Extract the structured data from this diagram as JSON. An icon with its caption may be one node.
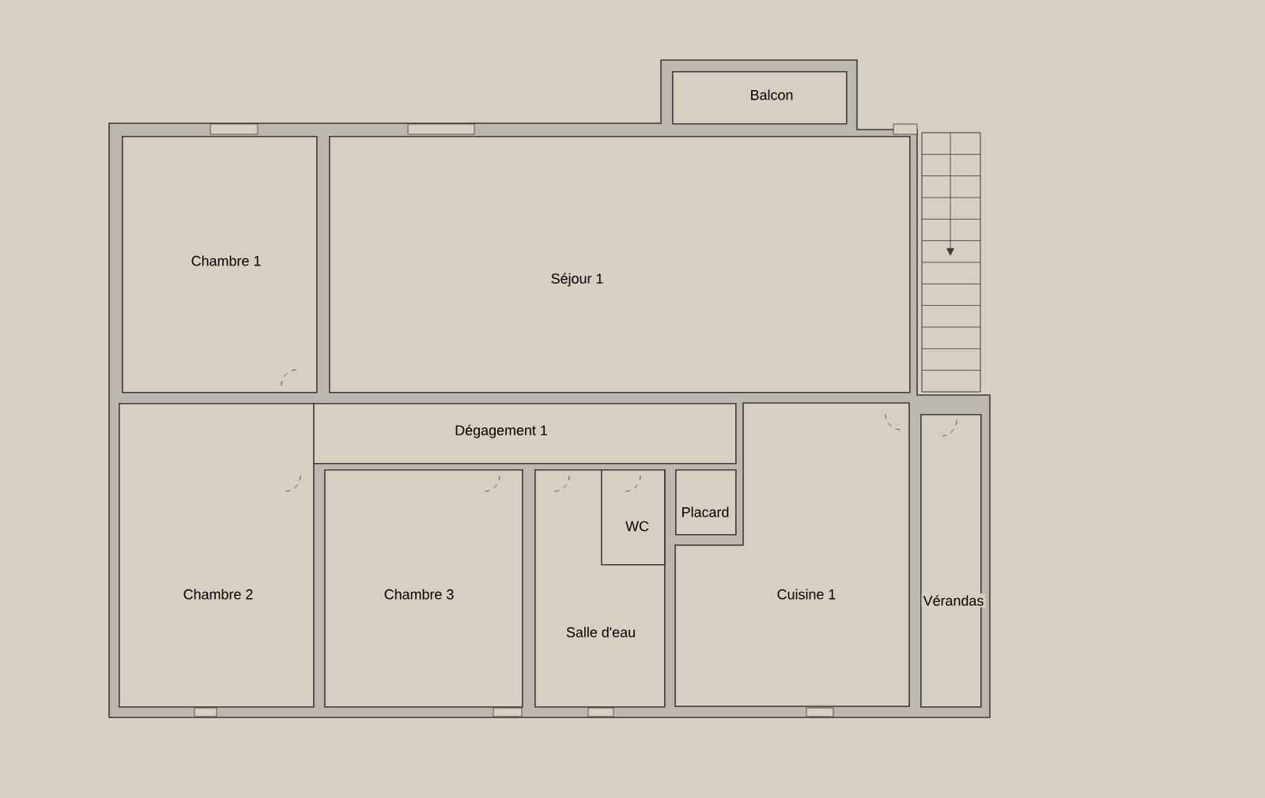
{
  "diagram": {
    "nodes": [
      {
        "text": [
          "Balcon"
        ]
      },
      {
        "text": [
          "Chambre 1"
        ]
      },
      {
        "text": [
          "Séjour 1"
        ]
      },
      {
        "text": [
          "Dégagement 1"
        ]
      },
      {
        "text": [
          "Chambre 2"
        ]
      },
      {
        "text": [
          "Chambre 3"
        ]
      },
      {
        "text": [
          "Salle d'eau"
        ]
      },
      {
        "text": [
          "WC"
        ],
        "in": 6
      },
      {
        "text": [
          "Placard"
        ]
      },
      {
        "text": [
          "Cuisine 1"
        ]
      },
      {
        "text": [
          "Vérandas"
        ]
      }
    ]
  }
}
